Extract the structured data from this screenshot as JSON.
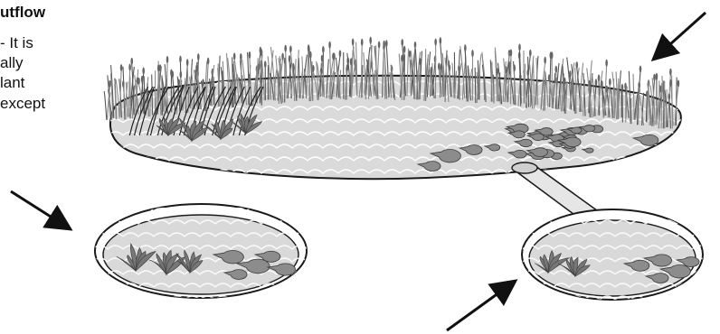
{
  "caption": {
    "heading": "utflow",
    "lines": [
      "- It is",
      "ally",
      "lant",
      "except"
    ]
  },
  "scene": {
    "main_pond": "wetland pond with reeds, lily pads and outflow pipe",
    "pool_left": "small pool with aquatic plants and lily pads",
    "pool_right": "small pool connected by pipe",
    "arrows": [
      "arrow-top-right",
      "arrow-left",
      "arrow-bottom-right"
    ]
  },
  "colors": {
    "water": "#d9d9d9",
    "outline": "#1a1a1a",
    "reed": "#8a8a8a",
    "leaf": "#777777",
    "pad": "#8c8c8c",
    "rim": "#cfcfcf"
  }
}
